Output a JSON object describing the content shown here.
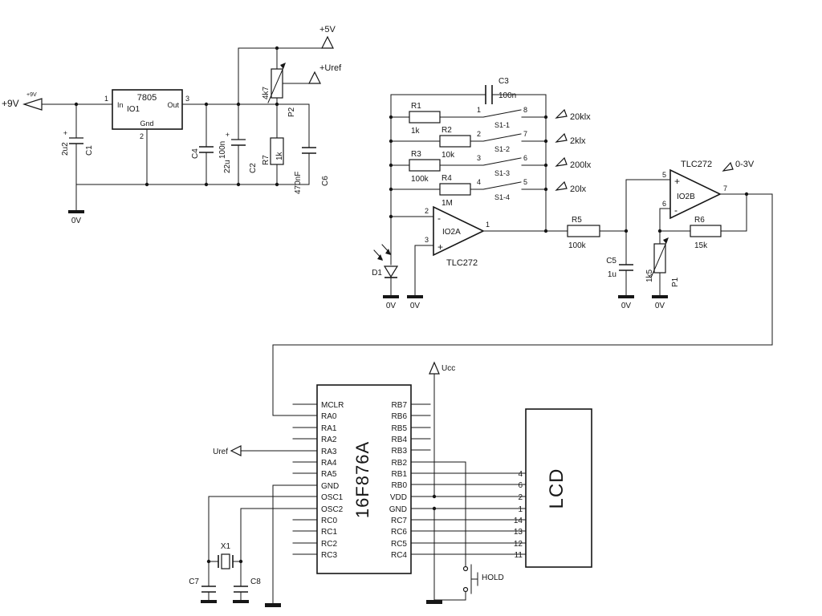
{
  "labels": {
    "gnd": "0V"
  },
  "power": {
    "input": "+9V",
    "input_small": "+9V",
    "rail_5v": "+5V",
    "rail_uref": "+Uref",
    "regulator": {
      "value": "7805",
      "ref": "IO1",
      "pin_in_name": "In",
      "pin_out_name": "Out",
      "pin_gnd_name": "Gnd",
      "pin_in": "1",
      "pin_out": "3",
      "pin_gnd": "2"
    },
    "c1": {
      "ref": "C1",
      "value": "2u2",
      "polarity": "+"
    },
    "c4": {
      "ref": "C4",
      "value": "100n"
    },
    "c2": {
      "ref": "C2",
      "value": "22u",
      "polarity": "+"
    },
    "p2": {
      "ref": "P2",
      "value": "4k7"
    },
    "r7": {
      "ref": "R7",
      "value": "1k"
    },
    "c6": {
      "ref": "C6",
      "value": "470nF"
    }
  },
  "analog": {
    "c3": {
      "ref": "C3",
      "value": "100n"
    },
    "rows": [
      {
        "rname": "R1",
        "rval": "1k",
        "pin_l": "1",
        "pin_r": "8",
        "sw": "S1-1",
        "range": "20klx"
      },
      {
        "rname": "R2",
        "rval": "10k",
        "pin_l": "2",
        "pin_r": "7",
        "sw": "S1-2",
        "range": "2klx"
      },
      {
        "rname": "R3",
        "rval": "100k",
        "pin_l": "3",
        "pin_r": "6",
        "sw": "S1-3",
        "range": "200lx"
      },
      {
        "rname": "R4",
        "rval": "1M",
        "pin_l": "4",
        "pin_r": "5",
        "sw": "S1-4",
        "range": "20lx"
      }
    ],
    "opamp1": {
      "ref": "IO2A",
      "part": "TLC272",
      "pin_inv": "2",
      "pin_ninv": "3",
      "pin_out": "1",
      "minus": "-",
      "plus": "+"
    },
    "opamp2": {
      "ref": "IO2B",
      "part": "TLC272",
      "pin_ninv": "5",
      "pin_inv": "6",
      "pin_out": "7",
      "minus": "-",
      "plus": "+"
    },
    "d1": {
      "ref": "D1"
    },
    "r5": {
      "ref": "R5",
      "value": "100k"
    },
    "c5": {
      "ref": "C5",
      "value": "1u"
    },
    "p1": {
      "ref": "P1",
      "value": "1k5"
    },
    "r6": {
      "ref": "R6",
      "value": "15k"
    },
    "out_range": "0-3V"
  },
  "mcu": {
    "name": "16F876A",
    "left_pins": [
      "MCLR",
      "RA0",
      "RA1",
      "RA2",
      "RA3",
      "RA4",
      "RA5",
      "GND",
      "OSC1",
      "OSC2",
      "RC0",
      "RC1",
      "RC2",
      "RC3"
    ],
    "right_pins": [
      "RB7",
      "RB6",
      "RB5",
      "RB4",
      "RB3",
      "RB2",
      "RB1",
      "RB0",
      "VDD",
      "GND",
      "RC7",
      "RC6",
      "RC5",
      "RC4"
    ],
    "ucc": "Ucc",
    "uref": "Uref",
    "x1": "X1",
    "c7": "C7",
    "c8": "C8",
    "hold": "HOLD"
  },
  "lcd": {
    "name": "LCD",
    "pins": [
      "4",
      "6",
      "2",
      "1",
      "14",
      "13",
      "12",
      "11"
    ]
  }
}
